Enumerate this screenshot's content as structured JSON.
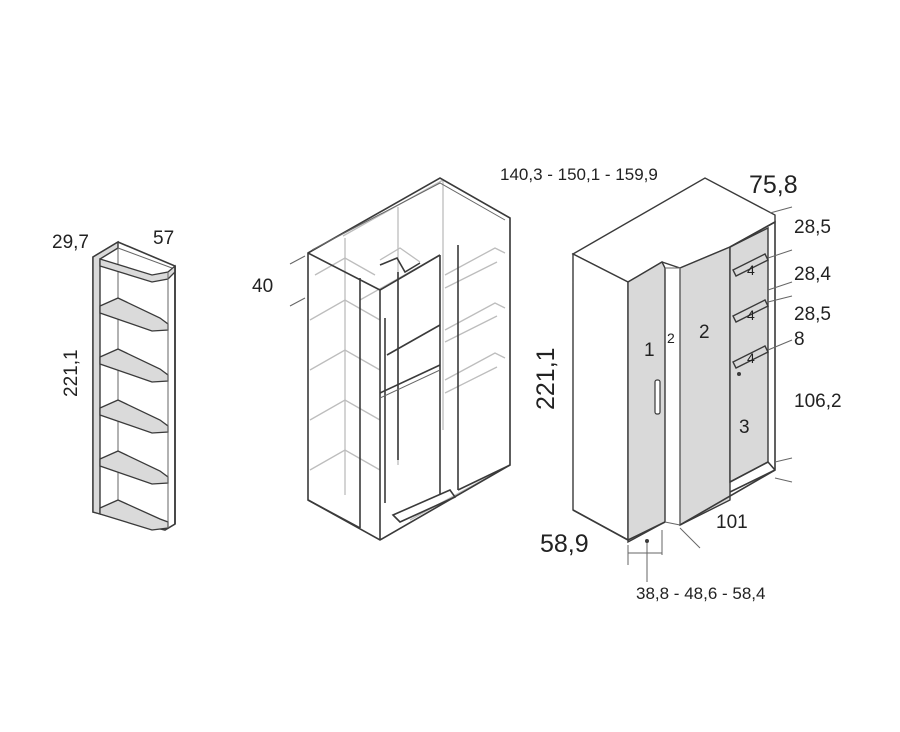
{
  "corner_unit": {
    "depth_label": "29,7",
    "width_label": "57",
    "height_label": "221,1"
  },
  "open_wardrobe": {
    "depth_label": "40"
  },
  "closed_wardrobe": {
    "width_options_label": "140,3 - 150,1 - 159,9",
    "depth_label": "75,8",
    "height_label": "221,1",
    "front_depth_label": "58,9",
    "inner_width_label": "101",
    "door_width_options_label": "38,8 - 48,6 - 58,4",
    "shelf_gap_1": "28,5",
    "shelf_gap_2": "28,4",
    "shelf_gap_3": "28,5",
    "shelf_gap_4": "8",
    "lower_height_label": "106,2",
    "part_1": "1",
    "part_2_small": "2",
    "part_2": "2",
    "part_3": "3",
    "hanger_1": "4",
    "hanger_2": "4",
    "hanger_3": "4"
  }
}
